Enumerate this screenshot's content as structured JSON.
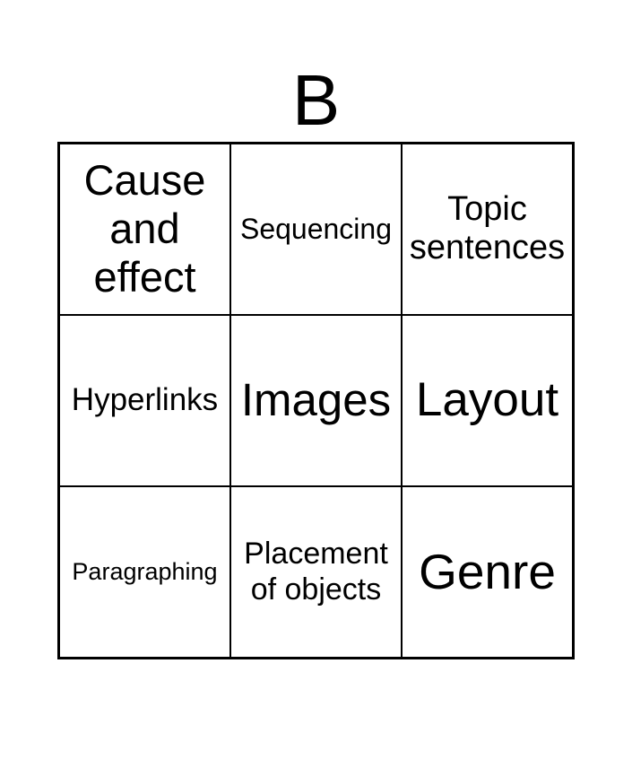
{
  "card": {
    "title": "B",
    "grid": {
      "rows": 3,
      "columns": 3,
      "cells": [
        {
          "label": "Cause and effect"
        },
        {
          "label": "Sequencing"
        },
        {
          "label": "Topic sentences"
        },
        {
          "label": "Hyperlinks"
        },
        {
          "label": "Images"
        },
        {
          "label": "Layout"
        },
        {
          "label": "Paragraphing"
        },
        {
          "label": "Placement of objects"
        },
        {
          "label": "Genre"
        }
      ]
    }
  },
  "colors": {
    "background": "#ffffff",
    "text": "#000000",
    "border": "#000000"
  }
}
